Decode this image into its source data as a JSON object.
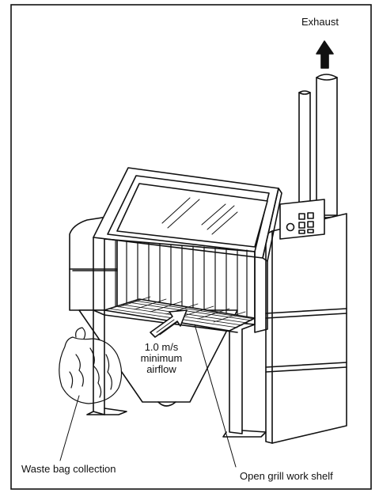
{
  "labels": {
    "exhaust": "Exhaust",
    "airflow_speed": "1.0 m/s",
    "airflow_minimum": "minimum",
    "airflow_word": "airflow",
    "waste_bag": "Waste bag collection",
    "work_shelf": "Open grill work shelf"
  },
  "colors": {
    "line": "#111111",
    "background": "#ffffff"
  }
}
